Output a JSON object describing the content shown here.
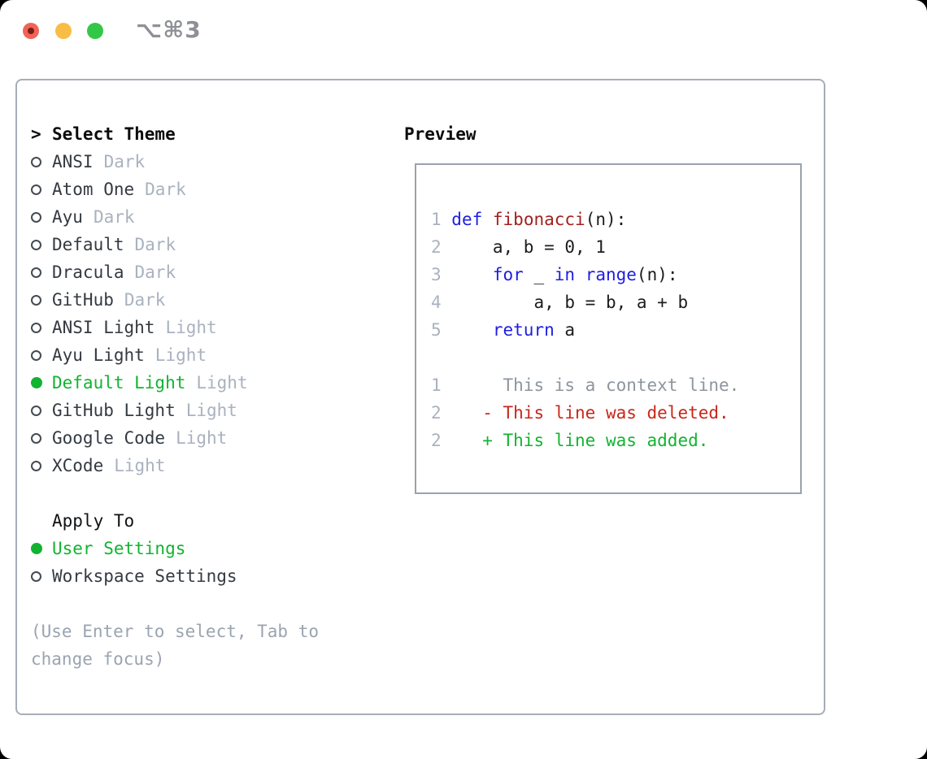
{
  "titlebar": {
    "shortcut": "⌥⌘3",
    "buttons": [
      "close",
      "minimize",
      "zoom"
    ]
  },
  "select_theme": {
    "focus_indicator": ">",
    "header": "Select Theme",
    "items": [
      {
        "label": "ANSI",
        "variant": "Dark",
        "selected": false
      },
      {
        "label": "Atom One",
        "variant": "Dark",
        "selected": false
      },
      {
        "label": "Ayu",
        "variant": "Dark",
        "selected": false
      },
      {
        "label": "Default",
        "variant": "Dark",
        "selected": false
      },
      {
        "label": "Dracula",
        "variant": "Dark",
        "selected": false
      },
      {
        "label": "GitHub",
        "variant": "Dark",
        "selected": false
      },
      {
        "label": "ANSI Light",
        "variant": "Light",
        "selected": false
      },
      {
        "label": "Ayu Light",
        "variant": "Light",
        "selected": false
      },
      {
        "label": "Default Light",
        "variant": "Light",
        "selected": true
      },
      {
        "label": "GitHub Light",
        "variant": "Light",
        "selected": false
      },
      {
        "label": "Google Code",
        "variant": "Light",
        "selected": false
      },
      {
        "label": "XCode",
        "variant": "Light",
        "selected": false
      }
    ]
  },
  "apply_to": {
    "header": "Apply To",
    "options": [
      {
        "label": "User Settings",
        "selected": true
      },
      {
        "label": "Workspace Settings",
        "selected": false
      }
    ]
  },
  "footer_hint": "(Use Enter to select, Tab to change focus)",
  "preview": {
    "header": "Preview",
    "lines": [
      [
        {
          "c": "num",
          "t": "1 "
        },
        {
          "c": "kw",
          "t": "def"
        },
        {
          "c": "plain",
          "t": " "
        },
        {
          "c": "fn",
          "t": "fibonacci"
        },
        {
          "c": "plain",
          "t": "(n):"
        }
      ],
      [
        {
          "c": "num",
          "t": "2 "
        },
        {
          "c": "plain",
          "t": "    a, b = 0, 1"
        }
      ],
      [
        {
          "c": "num",
          "t": "3 "
        },
        {
          "c": "plain",
          "t": "    "
        },
        {
          "c": "kw",
          "t": "for"
        },
        {
          "c": "plain",
          "t": " _ "
        },
        {
          "c": "kw",
          "t": "in"
        },
        {
          "c": "plain",
          "t": " "
        },
        {
          "c": "kw",
          "t": "range"
        },
        {
          "c": "plain",
          "t": "(n):"
        }
      ],
      [
        {
          "c": "num",
          "t": "4 "
        },
        {
          "c": "plain",
          "t": "        a, b = b, a + b"
        }
      ],
      [
        {
          "c": "num",
          "t": "5 "
        },
        {
          "c": "plain",
          "t": "    "
        },
        {
          "c": "kw",
          "t": "return"
        },
        {
          "c": "plain",
          "t": " a"
        }
      ],
      [],
      [
        {
          "c": "num",
          "t": "1 "
        },
        {
          "c": "ctx",
          "t": "     This is a context line."
        }
      ],
      [
        {
          "c": "num",
          "t": "2 "
        },
        {
          "c": "del",
          "t": "   - This line was deleted."
        }
      ],
      [
        {
          "c": "num",
          "t": "2 "
        },
        {
          "c": "add",
          "t": "   + This line was added."
        }
      ]
    ]
  },
  "colors": {
    "green": "#12b331",
    "kw_blue": "#1e1ee0",
    "fn_red": "#a32020",
    "del_red": "#c8271b",
    "muted": "#a9b2bf",
    "ctx_gray": "#8d959d",
    "text_dark": "#343a41",
    "footer_gray": "#9aa4b0",
    "code_plain": "#1c1c1c",
    "border_main": "#a6aeb8",
    "border_preview": "#99a2ad",
    "shortcut_gray": "#8e9095",
    "tl_red": "#f0635a",
    "tl_red_dot": "#7c1d12",
    "tl_yellow": "#f8bd44",
    "tl_green": "#33c748"
  }
}
